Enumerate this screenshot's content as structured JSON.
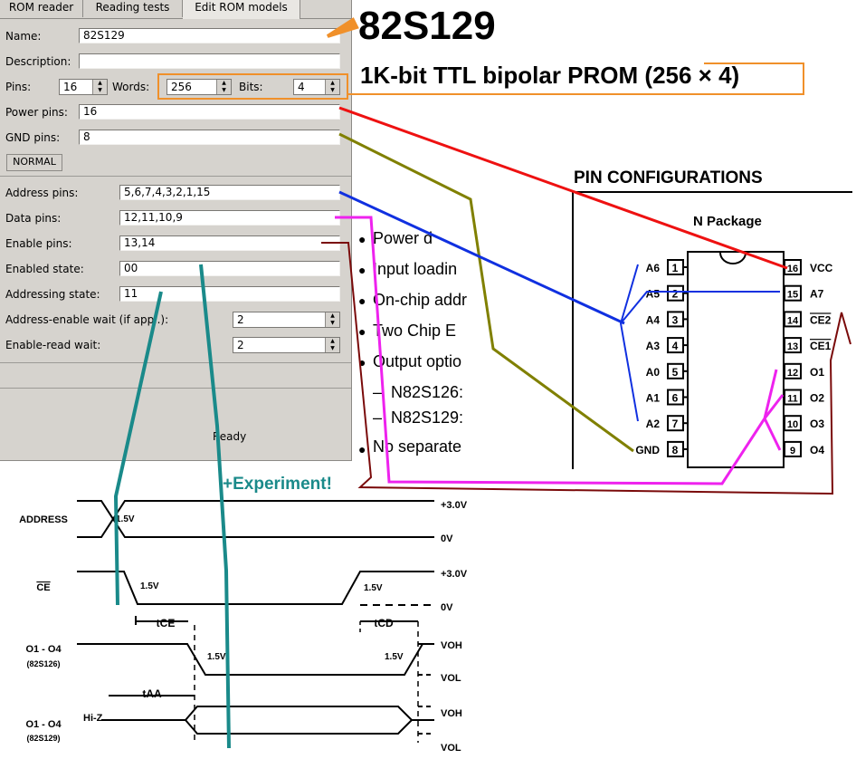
{
  "tabs": [
    "ROM reader",
    "Reading tests",
    "Edit ROM models"
  ],
  "form": {
    "name_label": "Name:",
    "name_value": "82S129",
    "description_label": "Description:",
    "description_value": "",
    "pins_label": "Pins:",
    "pins_value": "16",
    "words_label": "Words:",
    "words_value": "256",
    "bits_label": "Bits:",
    "bits_value": "4",
    "power_label": "Power pins:",
    "power_value": "16",
    "gnd_label": "GND pins:",
    "gnd_value": "8",
    "mode_button": "NORMAL",
    "address_label": "Address pins:",
    "address_value": "5,6,7,4,3,2,1,15",
    "data_label": "Data pins:",
    "data_value": "12,11,10,9",
    "enable_label": "Enable pins:",
    "enable_value": "13,14",
    "enabled_state_label": "Enabled state:",
    "enabled_state_value": "00",
    "addressing_state_label": "Addressing state:",
    "addressing_state_value": "11",
    "addr_enable_wait_label": "Address-enable wait (if appl.):",
    "addr_enable_wait_value": "2",
    "enable_read_wait_label": "Enable-read wait:",
    "enable_read_wait_value": "2",
    "status": "Ready"
  },
  "datasheet": {
    "part": "82S129",
    "subtitle_pre": "1K-bit TTL bipolar PROM (",
    "subtitle_box": "256 × 4",
    "subtitle_post": ")",
    "pin_config_title": "PIN CONFIGURATIONS",
    "package": "N Package",
    "features": [
      "Power d",
      "Input loadin",
      "On-chip addr",
      "Two Chip E",
      "Output optio"
    ],
    "sub_features": [
      "N82S126:",
      "N82S129:"
    ],
    "last_feature": "No separate",
    "left_pins": [
      {
        "name": "A6",
        "num": "1"
      },
      {
        "name": "A5",
        "num": "2"
      },
      {
        "name": "A4",
        "num": "3"
      },
      {
        "name": "A3",
        "num": "4"
      },
      {
        "name": "A0",
        "num": "5"
      },
      {
        "name": "A1",
        "num": "6"
      },
      {
        "name": "A2",
        "num": "7"
      },
      {
        "name": "GND",
        "num": "8"
      }
    ],
    "right_pins": [
      {
        "name": "VCC",
        "num": "16"
      },
      {
        "name": "A7",
        "num": "15"
      },
      {
        "name": "CE2",
        "num": "14"
      },
      {
        "name": "CE1",
        "num": "13"
      },
      {
        "name": "O1",
        "num": "12"
      },
      {
        "name": "O2",
        "num": "11"
      },
      {
        "name": "O3",
        "num": "10"
      },
      {
        "name": "O4",
        "num": "9"
      }
    ]
  },
  "timing": {
    "annotation": "+Experiment!",
    "signals": [
      "ADDRESS",
      "CE",
      "O1 - O4",
      "(82S126)",
      "Hi-Z",
      "O1 - O4",
      "(82S129)"
    ],
    "levels": [
      "+3.0V",
      "0V",
      "+3.0V",
      "0V",
      "VOH",
      "VOL",
      "VOH",
      "VOL"
    ],
    "thresholds": [
      "1.5V",
      "1.5V",
      "1.5V",
      "1.5V",
      "1.5V"
    ],
    "params": [
      "tCE",
      "tCD",
      "tAA"
    ]
  },
  "colors": {
    "power": "#ee1111",
    "gnd": "#808000",
    "address": "#1030e0",
    "data": "#ee22ee",
    "enable": "#7a0a0a",
    "state": "#1a8a8a",
    "highlight": "#f0902a"
  }
}
